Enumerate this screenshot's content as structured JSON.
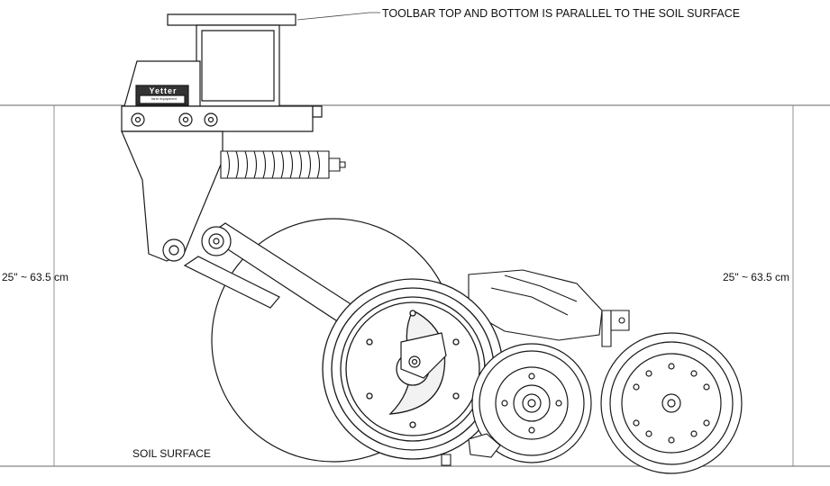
{
  "annotations": {
    "toolbar_note": "TOOLBAR TOP AND BOTTOM IS PARALLEL TO THE SOIL SURFACE",
    "height_left": "25\" ~ 63.5 cm",
    "height_right": "25\" ~ 63.5 cm",
    "soil_surface": "SOIL SURFACE"
  },
  "logo": {
    "brand": "Yetter",
    "tagline": "farm equipment"
  },
  "colors": {
    "line": "#1a1a1a",
    "thin_line": "#555555",
    "fill_light": "#ffffff",
    "fill_shade": "#e8e8e8",
    "logo_dark": "#333333"
  }
}
